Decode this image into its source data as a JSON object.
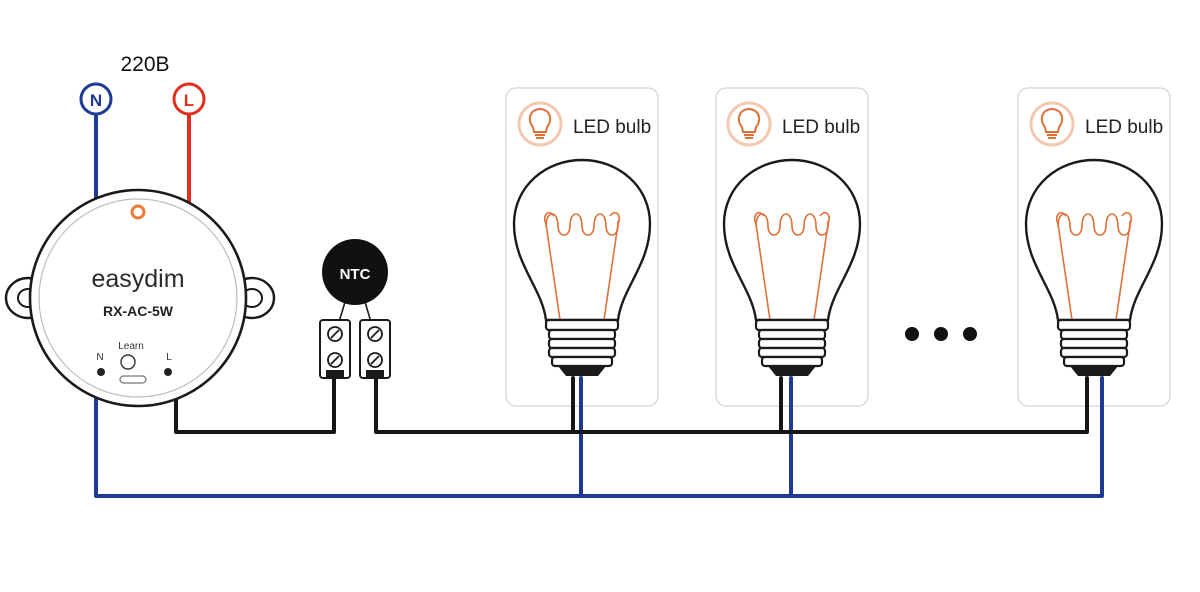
{
  "supply": {
    "voltage_label": "220В",
    "neutral_label": "N",
    "line_label": "L",
    "neutral_color": "#1d3a94",
    "line_color": "#e0301e"
  },
  "controller": {
    "brand": "easydim",
    "model": "RX-AC-5W",
    "learn_label": "Learn",
    "terminal_n": "N",
    "terminal_l": "L",
    "led_color": "#f07a3a"
  },
  "ntc": {
    "label": "NTC"
  },
  "bulbs": [
    {
      "label": "LED bulb",
      "icon": "lightbulb-icon"
    },
    {
      "label": "LED bulb",
      "icon": "lightbulb-icon"
    },
    {
      "label": "LED bulb",
      "icon": "lightbulb-icon"
    }
  ],
  "ellipsis": "more-bulbs",
  "accent_color": "#e0703a"
}
